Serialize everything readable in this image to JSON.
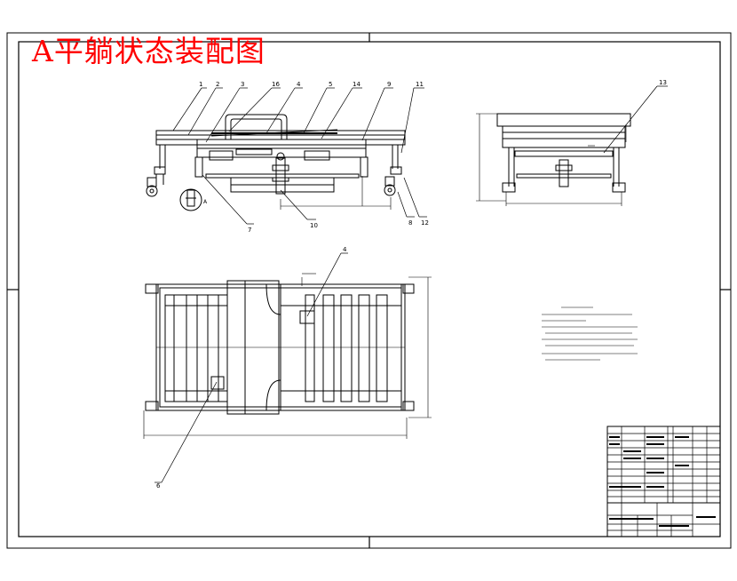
{
  "title": "A平躺状态装配图",
  "balloons": {
    "b1": "1",
    "b2": "2",
    "b3": "3",
    "b16": "16",
    "b4": "4",
    "b5": "5",
    "b14": "14",
    "b9": "9",
    "b11": "11",
    "b13": "13",
    "b7": "7",
    "b10": "10",
    "b8": "8",
    "b12": "12",
    "b4p": "4",
    "b6": "6"
  },
  "detail_label": "A",
  "colors": {
    "title": "#ff0000",
    "line": "#000000",
    "border": "#000000"
  }
}
